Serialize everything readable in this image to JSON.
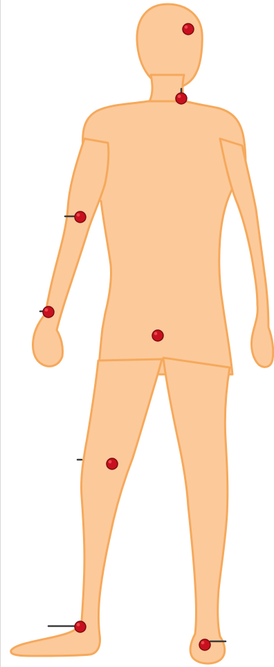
{
  "colors": {
    "skin_fill": "#fcc99a",
    "skin_outline": "#f5a95c",
    "marker_fill": "#c8101e",
    "marker_outline": "#7a0b10",
    "wire": "#3b3b3b",
    "background": "#ffffff",
    "page_edge": "#d7d7d7"
  },
  "figure": {
    "subject": "human-body-front-view",
    "markers": [
      {
        "id": "head",
        "location": "head"
      },
      {
        "id": "neck",
        "location": "neck"
      },
      {
        "id": "right-upper-arm",
        "location": "upper arm"
      },
      {
        "id": "right-wrist",
        "location": "wrist"
      },
      {
        "id": "pelvis",
        "location": "pelvis"
      },
      {
        "id": "right-knee",
        "location": "knee"
      },
      {
        "id": "right-ankle",
        "location": "ankle"
      },
      {
        "id": "left-ankle",
        "location": "ankle"
      }
    ]
  }
}
